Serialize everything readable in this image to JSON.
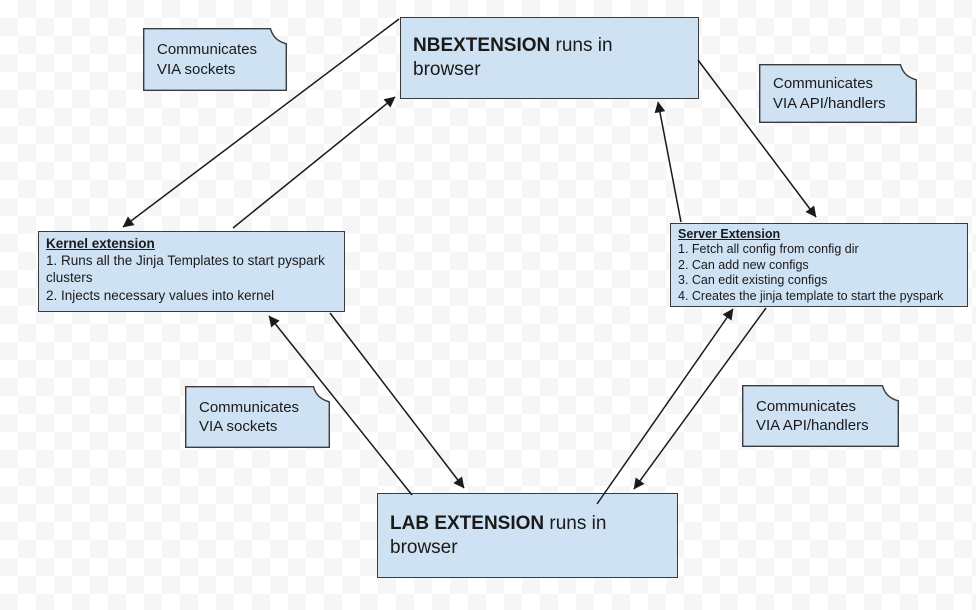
{
  "colors": {
    "node_fill": "#cfe2f3",
    "node_border": "#3b3b3b",
    "arrow": "#1a1a1a",
    "bg_light": "#ffffff",
    "bg_checker": "#f6f6f6"
  },
  "nodes": {
    "nbextension": {
      "bold": "NBEXTENSION",
      "rest": " runs in browser"
    },
    "lab": {
      "bold": "LAB EXTENSION",
      "rest": " runs in browser"
    },
    "kernel": {
      "title": "Kernel extension",
      "items": [
        "1. Runs all the Jinja Templates to start pyspark clusters",
        "2. Injects necessary values into kernel"
      ]
    },
    "server": {
      "title": "Server Extension",
      "items": [
        "1. Fetch all config from config dir",
        "2. Can add new configs",
        "3. Can edit existing configs",
        "4. Creates the jinja template to start the pyspark"
      ]
    }
  },
  "notes": {
    "top_left": {
      "line1": "Communicates",
      "line2": "VIA sockets"
    },
    "top_right": {
      "line1": "Communicates",
      "line2": "VIA API/handlers"
    },
    "bottom_left": {
      "line1": "Communicates",
      "line2": "VIA sockets"
    },
    "bottom_right": {
      "line1": "Communicates",
      "line2": "VIA API/handlers"
    }
  }
}
